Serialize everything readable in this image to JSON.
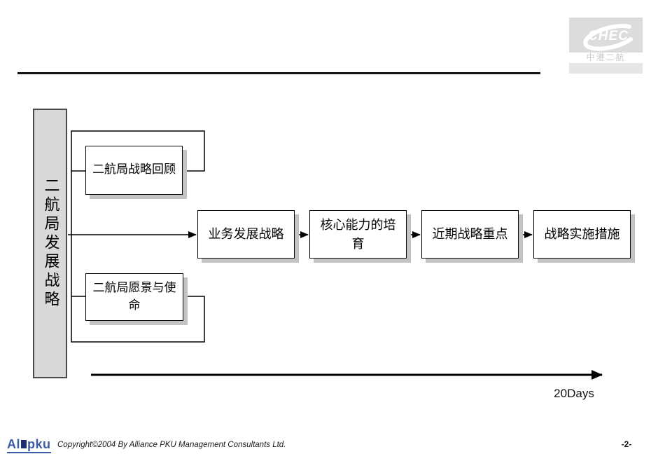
{
  "header": {
    "brand": "CHEC",
    "brand_caption": "中港二航"
  },
  "diagram": {
    "sidebar_label": "二航局发展战略",
    "review_box": "二航局战略回顾",
    "vision_box": "二航局愿景与使命",
    "flow_boxes": [
      "业务发展战略",
      "核心能力的培育",
      "近期战略重点",
      "战略实施措施"
    ],
    "timeline_label": "20Days"
  },
  "footer": {
    "logo_pre": "Al",
    "logo_post": "pku",
    "copyright": "Copyright©2004 By Alliance PKU Management Consultants Ltd.",
    "page_number": "-2-"
  },
  "colors": {
    "sidebar_fill": "#d9d9d9",
    "box_shadow_gray": "#c3c3c3",
    "header_logo_bg": "#dcdcdc",
    "header_logo_strip": "#e6e6e6",
    "header_caption_gray": "#c8c8c8",
    "footer_logo_blue": "#3c5ba6",
    "footer_logo_square_navy": "#1d2f6e",
    "line_black": "#000000"
  }
}
